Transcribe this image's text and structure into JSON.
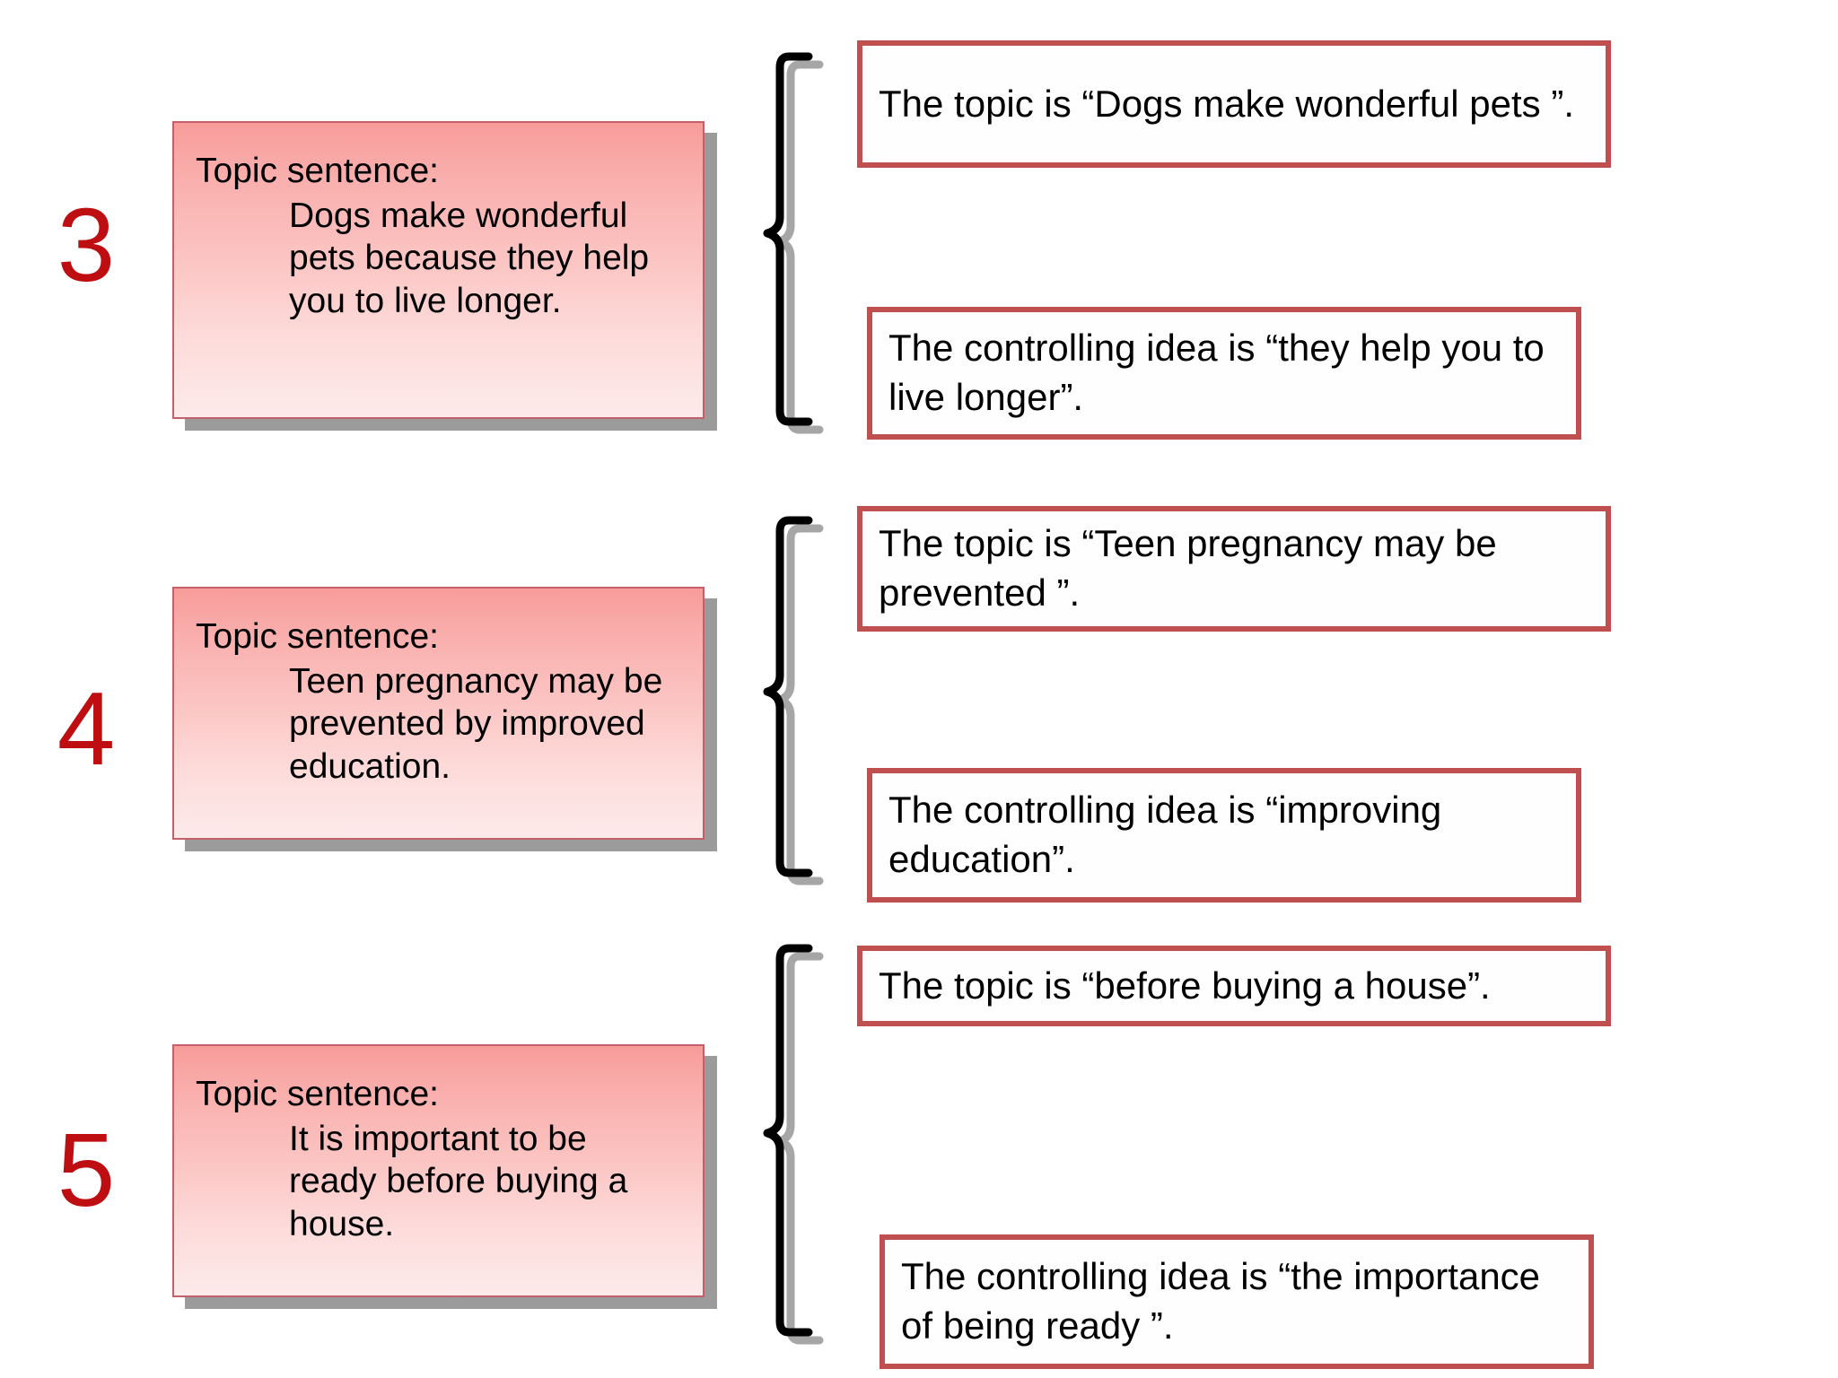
{
  "slide": {
    "background_color": "#FFFFFF",
    "numeral_color": "#BE0E11",
    "card_border_color": "#C4606B",
    "card_gradient_top": "#F79C9A",
    "card_gradient_bottom": "#FDEAEA",
    "card_shadow_color": "#9B9B9B",
    "obox_border_color": "#C05050",
    "brace_color": "#000000",
    "brace_shadow_color": "#A6A6A6"
  },
  "items": [
    {
      "numeral": "3",
      "card": {
        "label": "Topic sentence:",
        "body": "Dogs make wonderful pets because they help you to live longer."
      },
      "topic_box": "The topic is  “Dogs make wonderful pets ”.",
      "controlling_idea_box": "The controlling idea is  “they help you to live longer”."
    },
    {
      "numeral": "4",
      "card": {
        "label": "Topic sentence:",
        "body": "Teen pregnancy may be prevented by improved education."
      },
      "topic_box": "The topic is  “Teen pregnancy may be prevented ”.",
      "controlling_idea_box": "The controlling idea is  “improving education”."
    },
    {
      "numeral": "5",
      "card": {
        "label": "Topic sentence:",
        "body": "It is important to be ready before buying a house."
      },
      "topic_box": "The topic is  “before buying a house”.",
      "controlling_idea_box": "The controlling idea is  “the importance of being ready ”."
    }
  ]
}
